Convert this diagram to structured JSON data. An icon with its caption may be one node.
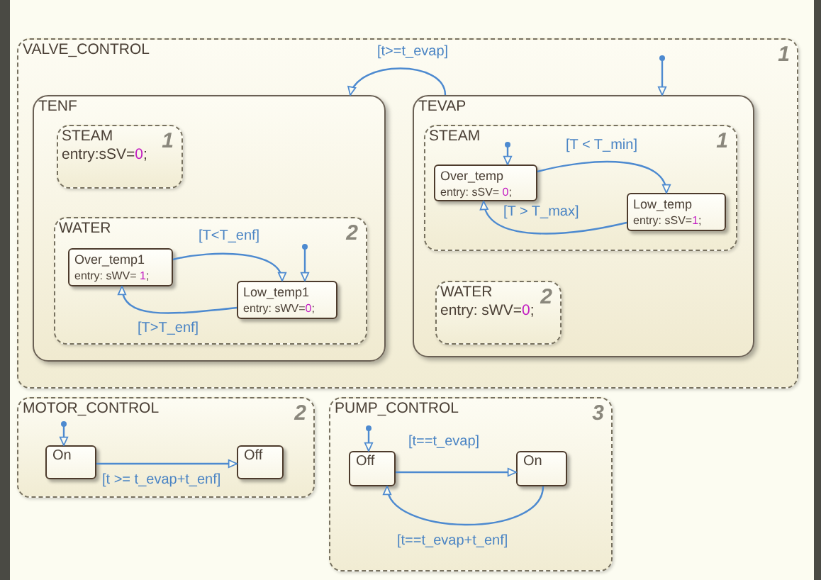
{
  "diagram": {
    "nodes": [
      {
        "text": [
          "VALVE_CONTROL",
          "1"
        ]
      },
      {
        "text": [
          "TENF"
        ],
        "in": 0
      },
      {
        "text": [
          "STEAM",
          "1",
          "entry:sSV=0;"
        ],
        "in": 1
      },
      {
        "text": [
          "WATER",
          "2"
        ],
        "in": 1
      },
      {
        "text": [
          "Over_temp1",
          "entry: sWV= 1;"
        ],
        "in": 3
      },
      {
        "text": [
          "Low_temp1",
          "entry: sWV=0;"
        ],
        "in": 3
      },
      {
        "text": [
          "TEVAP"
        ],
        "in": 0
      },
      {
        "text": [
          "STEAM",
          "1"
        ],
        "in": 6
      },
      {
        "text": [
          "Over_temp",
          "entry: sSV= 0;"
        ],
        "in": 7
      },
      {
        "text": [
          "Low_temp",
          "entry: sSV=1;"
        ],
        "in": 7
      },
      {
        "text": [
          "WATER",
          "2",
          "entry: sWV=0;"
        ],
        "in": 6
      },
      {
        "text": [
          "MOTOR_CONTROL",
          "2"
        ]
      },
      {
        "text": [
          "On"
        ],
        "in": 11
      },
      {
        "text": [
          "Off"
        ],
        "in": 11
      },
      {
        "text": [
          "PUMP_CONTROL",
          "3"
        ]
      },
      {
        "text": [
          "Off"
        ],
        "in": 14
      },
      {
        "text": [
          "On"
        ],
        "in": 14
      }
    ],
    "edges": [
      {
        "from": 6,
        "to": 1,
        "arrow": "to",
        "label": "[t>=t_evap]"
      },
      {
        "from": null,
        "to": 6,
        "arrow": "to"
      },
      {
        "from": null,
        "to": 5,
        "arrow": "to"
      },
      {
        "from": 4,
        "to": 5,
        "arrow": "to",
        "label": "[T<T_enf]"
      },
      {
        "from": 5,
        "to": 4,
        "arrow": "to",
        "label": "[T>T_enf]"
      },
      {
        "from": null,
        "to": 8,
        "arrow": "to"
      },
      {
        "from": 8,
        "to": 9,
        "arrow": "to",
        "label": "[T < T_min]"
      },
      {
        "from": 9,
        "to": 8,
        "arrow": "to",
        "label": "[T > T_max]"
      },
      {
        "from": null,
        "to": 12,
        "arrow": "to"
      },
      {
        "from": 12,
        "to": 13,
        "arrow": "to",
        "label": "[t >= t_evap+t_enf]"
      },
      {
        "from": null,
        "to": 15,
        "arrow": "to"
      },
      {
        "from": 15,
        "to": 16,
        "arrow": "to",
        "label": "[t==t_evap]"
      },
      {
        "from": 16,
        "to": 15,
        "arrow": "to",
        "label": "[t==t_evap+t_enf]"
      }
    ]
  }
}
